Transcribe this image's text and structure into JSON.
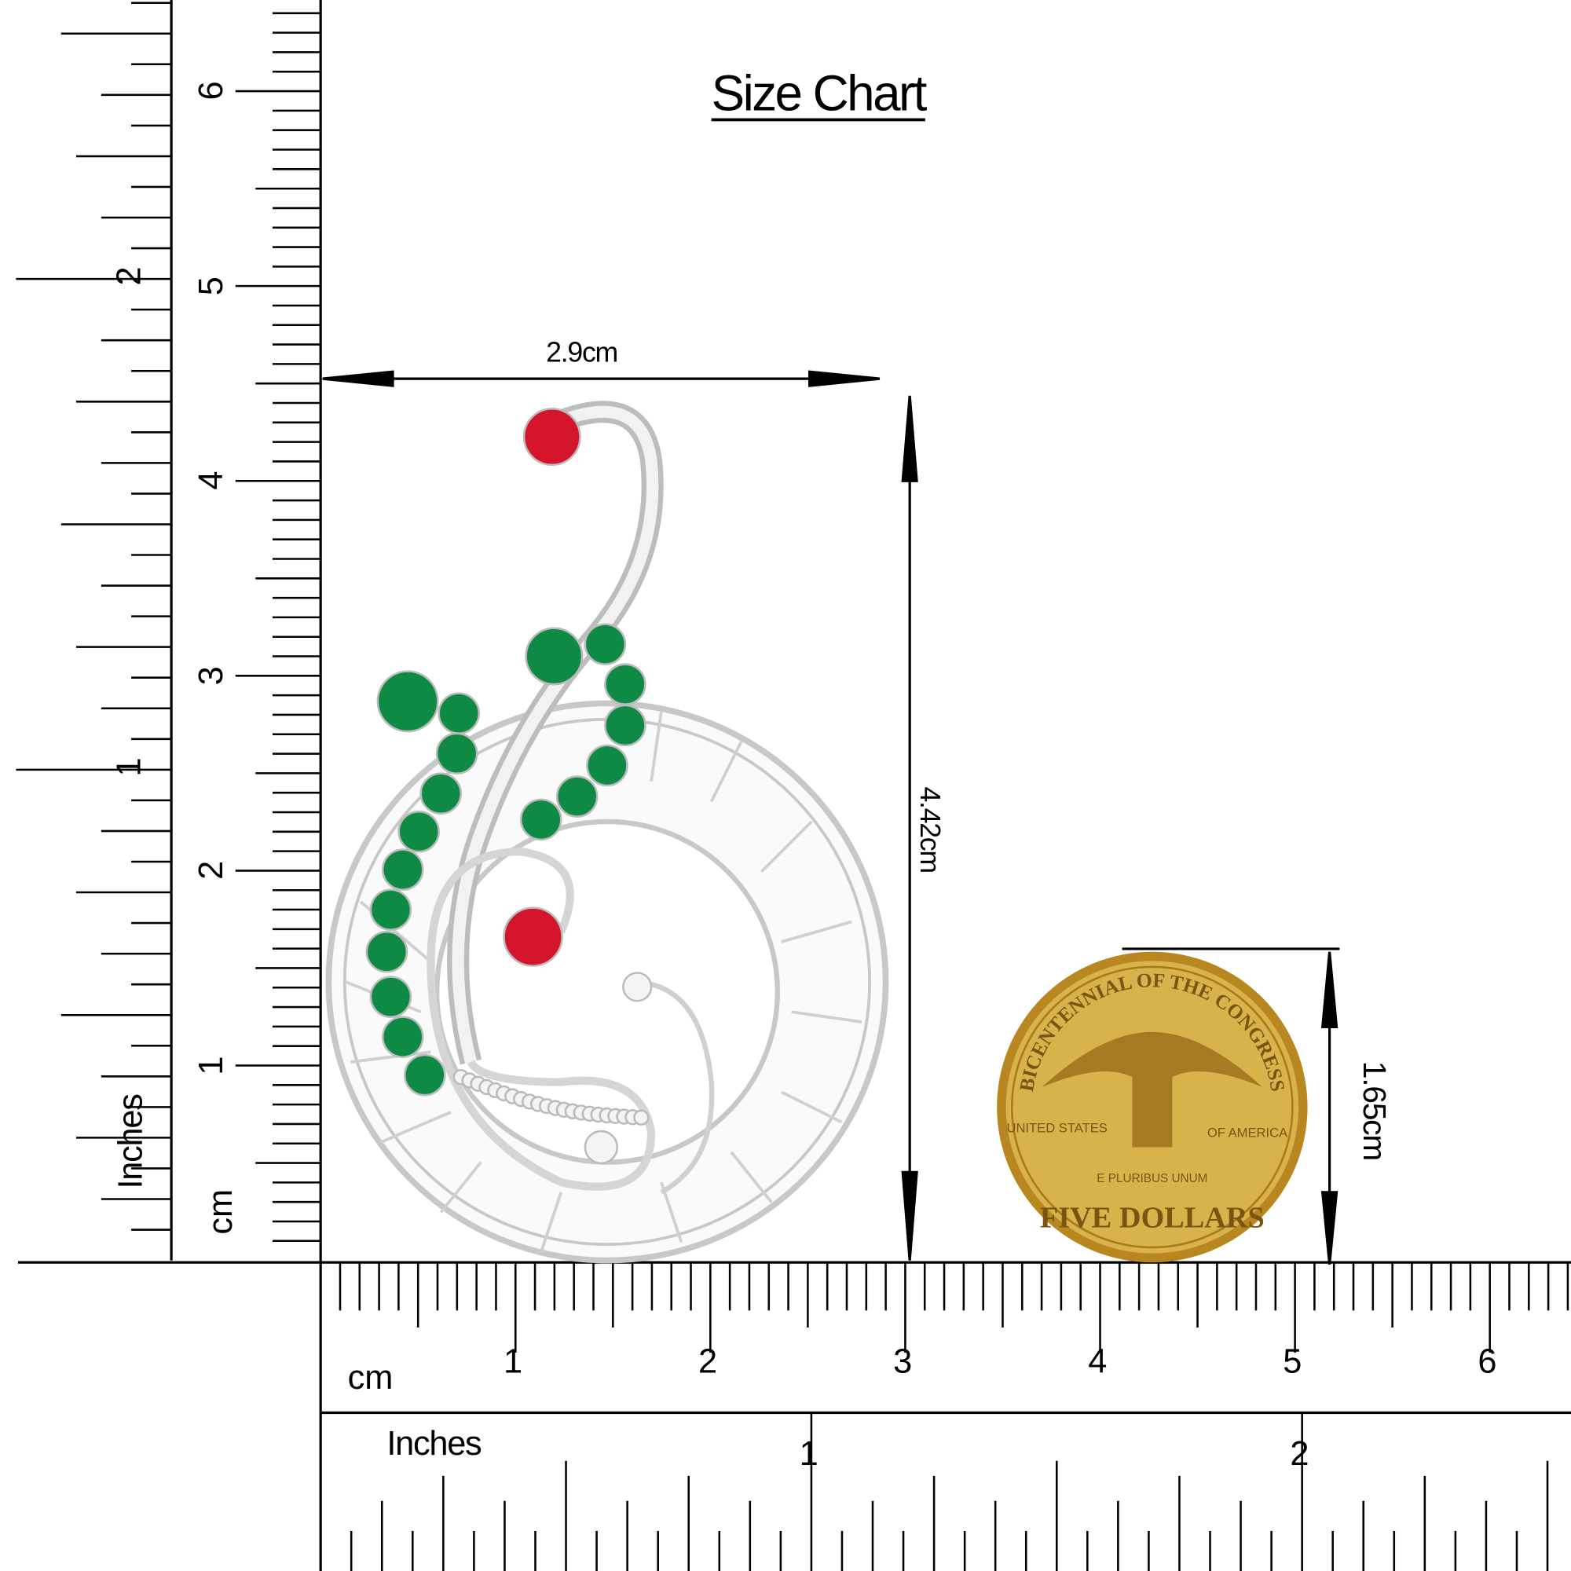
{
  "title": "Size Chart",
  "units": {
    "cm": "cm",
    "inches": "Inches"
  },
  "dimensions": {
    "width": "2.9cm",
    "height": "4.42cm",
    "coin": "1.65cm"
  },
  "cm_labels": [
    "1",
    "2",
    "3",
    "4",
    "5",
    "6"
  ],
  "inch_labels": [
    "1",
    "2"
  ],
  "coin": {
    "top_text": "BICENTENNIAL OF THE CONGRESS",
    "left_text": "UNITED STATES",
    "right_text": "OF AMERICA",
    "motto": "E PLURIBUS UNUM",
    "bottom_text": "FIVE DOLLARS"
  },
  "colors": {
    "ruby": "#d4142a",
    "emerald": "#0f8a45",
    "silver": "#e6e6e6",
    "gold": "#c9a13a"
  }
}
